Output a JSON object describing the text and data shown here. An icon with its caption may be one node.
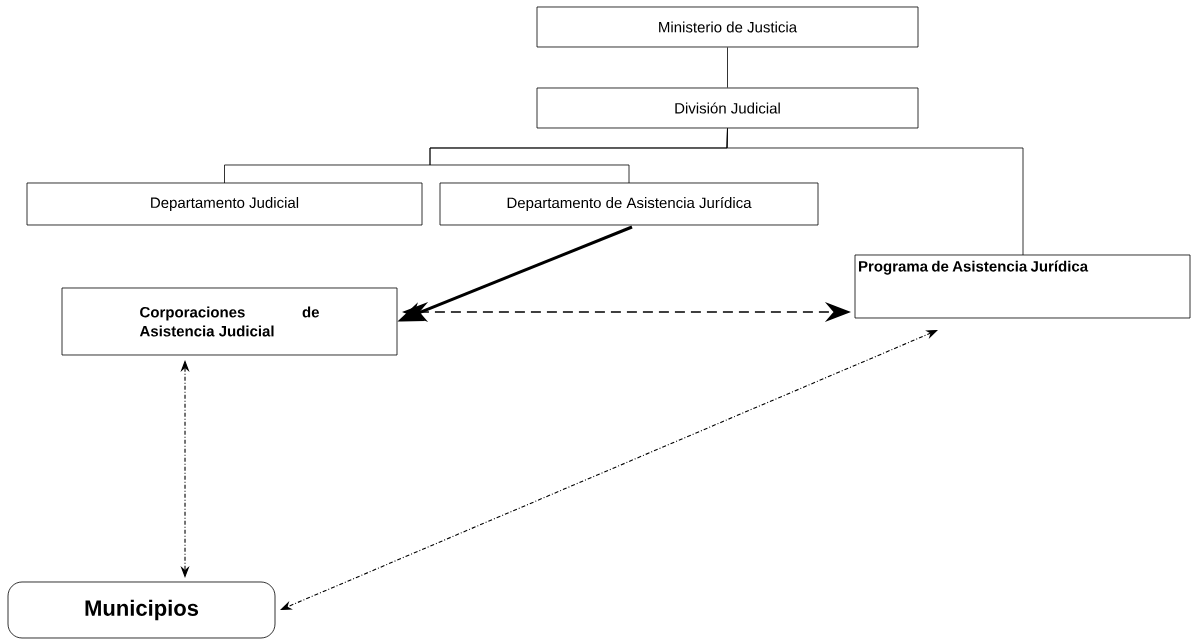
{
  "diagram": {
    "nodes": [
      {
        "text": [
          "Ministerio de Justicia"
        ]
      },
      {
        "text": [
          "División Judicial"
        ]
      },
      {
        "text": [
          "Departamento Judicial"
        ]
      },
      {
        "text": [
          "Departamento de Asistencia Jurídica"
        ]
      },
      {
        "text": [
          "Programa de Asistencia Jurídica"
        ]
      },
      {
        "text": [
          "Corporaciones de Asistencia Judicial"
        ]
      },
      {
        "text": [
          "Municipios"
        ]
      }
    ],
    "edges": [
      {
        "from": 0,
        "to": 1,
        "arrow": "none"
      },
      {
        "from": 1,
        "to": 2,
        "arrow": "none"
      },
      {
        "from": 1,
        "to": 3,
        "arrow": "none"
      },
      {
        "from": 1,
        "to": 4,
        "arrow": "none"
      },
      {
        "from": 3,
        "to": 5,
        "arrow": "to",
        "style": "thick"
      },
      {
        "from": 5,
        "to": 4,
        "arrow": "both",
        "style": "dashed"
      },
      {
        "from": 5,
        "to": 6,
        "arrow": "both",
        "style": "dashed"
      },
      {
        "from": 4,
        "to": 6,
        "arrow": "both",
        "style": "dashed"
      }
    ]
  }
}
